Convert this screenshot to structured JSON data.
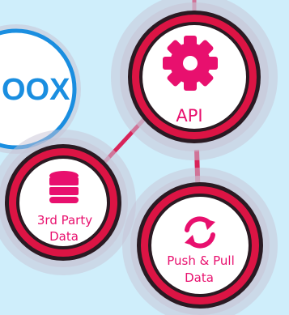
{
  "diagram": {
    "colors": {
      "background": "#cfeefb",
      "halo": "#c8c4d6",
      "ring_red": "#dc1444",
      "ring_dark": "#2a1a22",
      "connector": "#d8245a",
      "icon_pink": "#e8106e",
      "logo_blue": "#1a8ee0"
    },
    "nodes": {
      "logo": {
        "text": "OOX",
        "icon": "box-logo-icon"
      },
      "api": {
        "label": "API",
        "icon": "gear-icon"
      },
      "third_party": {
        "label_line1": "3rd Party",
        "label_line2": "Data",
        "icon": "database-icon"
      },
      "push_pull": {
        "label_line1": "Push & Pull",
        "label_line2": "Data",
        "icon": "sync-arrows-icon"
      }
    },
    "connectors": [
      "api-to-third-party",
      "api-to-push-pull",
      "api-to-top"
    ]
  }
}
